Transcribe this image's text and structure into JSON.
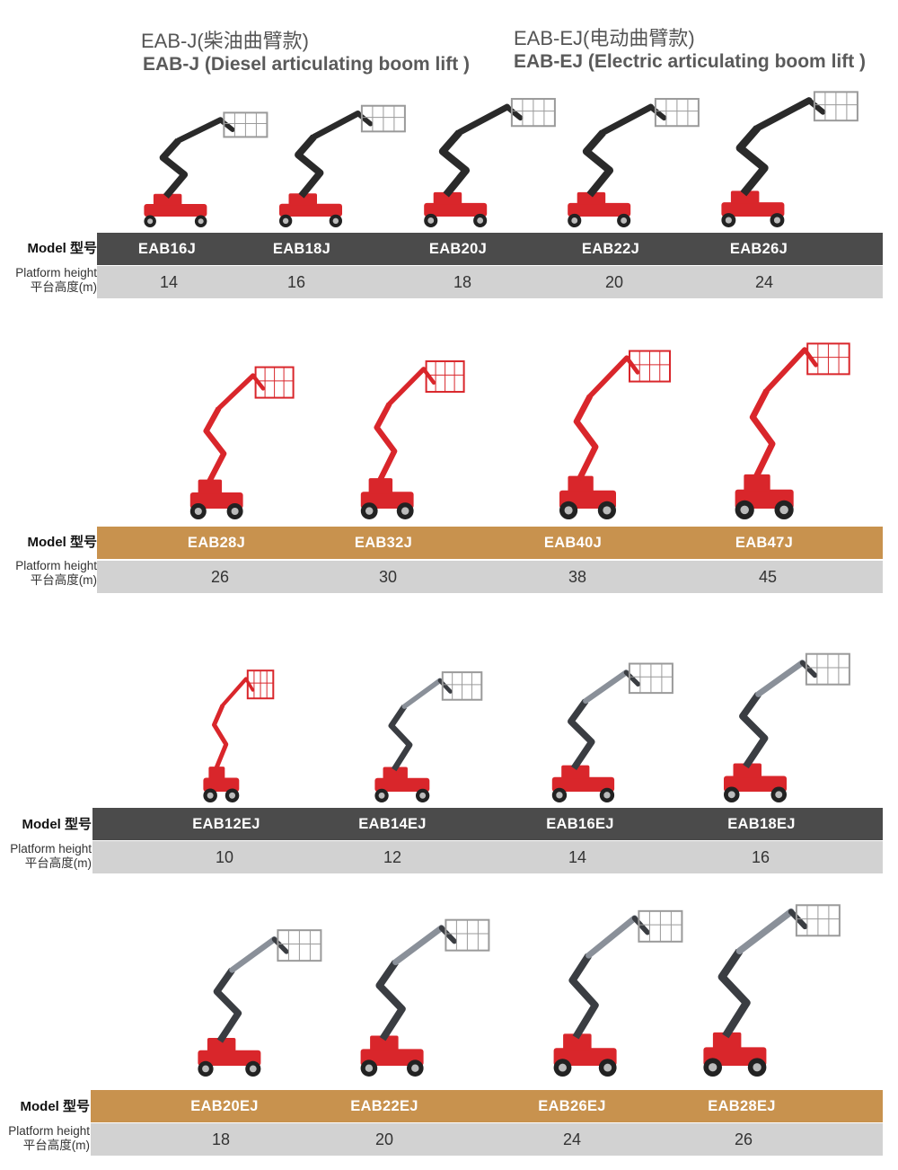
{
  "titles": {
    "diesel": {
      "zh": "EAB-J(柴油曲臂款)",
      "en": "EAB-J (Diesel articulating boom lift )"
    },
    "electric": {
      "zh": "EAB-EJ(电动曲臂款)",
      "en": "EAB-EJ (Electric articulating boom lift )"
    }
  },
  "labels": {
    "model": "Model 型号",
    "platform_height_en": "Platform height",
    "platform_height_zh": "平台高度(m)"
  },
  "colors": {
    "dark_band": "#4b4b4b",
    "orange_band": "#c8924e",
    "grey_band": "#d2d2d2",
    "lift_red": "#d9262b",
    "lift_grey": "#8a9099"
  },
  "sections": [
    {
      "band_color": "dark",
      "lift_style": "diesel-black",
      "models": [
        {
          "model": "EAB16J",
          "height": "14"
        },
        {
          "model": "EAB18J",
          "height": "16"
        },
        {
          "model": "EAB20J",
          "height": "18"
        },
        {
          "model": "EAB22J",
          "height": "20"
        },
        {
          "model": "EAB26J",
          "height": "24"
        }
      ]
    },
    {
      "band_color": "orange",
      "lift_style": "diesel-red",
      "models": [
        {
          "model": "EAB28J",
          "height": "26"
        },
        {
          "model": "EAB32J",
          "height": "30"
        },
        {
          "model": "EAB40J",
          "height": "38"
        },
        {
          "model": "EAB47J",
          "height": "45"
        }
      ]
    },
    {
      "band_color": "dark",
      "lift_style": "electric",
      "models": [
        {
          "model": "EAB12EJ",
          "height": "10"
        },
        {
          "model": "EAB14EJ",
          "height": "12"
        },
        {
          "model": "EAB16EJ",
          "height": "14"
        },
        {
          "model": "EAB18EJ",
          "height": "16"
        }
      ]
    },
    {
      "band_color": "orange",
      "lift_style": "electric",
      "models": [
        {
          "model": "EAB20EJ",
          "height": "18"
        },
        {
          "model": "EAB22EJ",
          "height": "20"
        },
        {
          "model": "EAB26EJ",
          "height": "24"
        },
        {
          "model": "EAB28EJ",
          "height": "26"
        }
      ]
    }
  ]
}
